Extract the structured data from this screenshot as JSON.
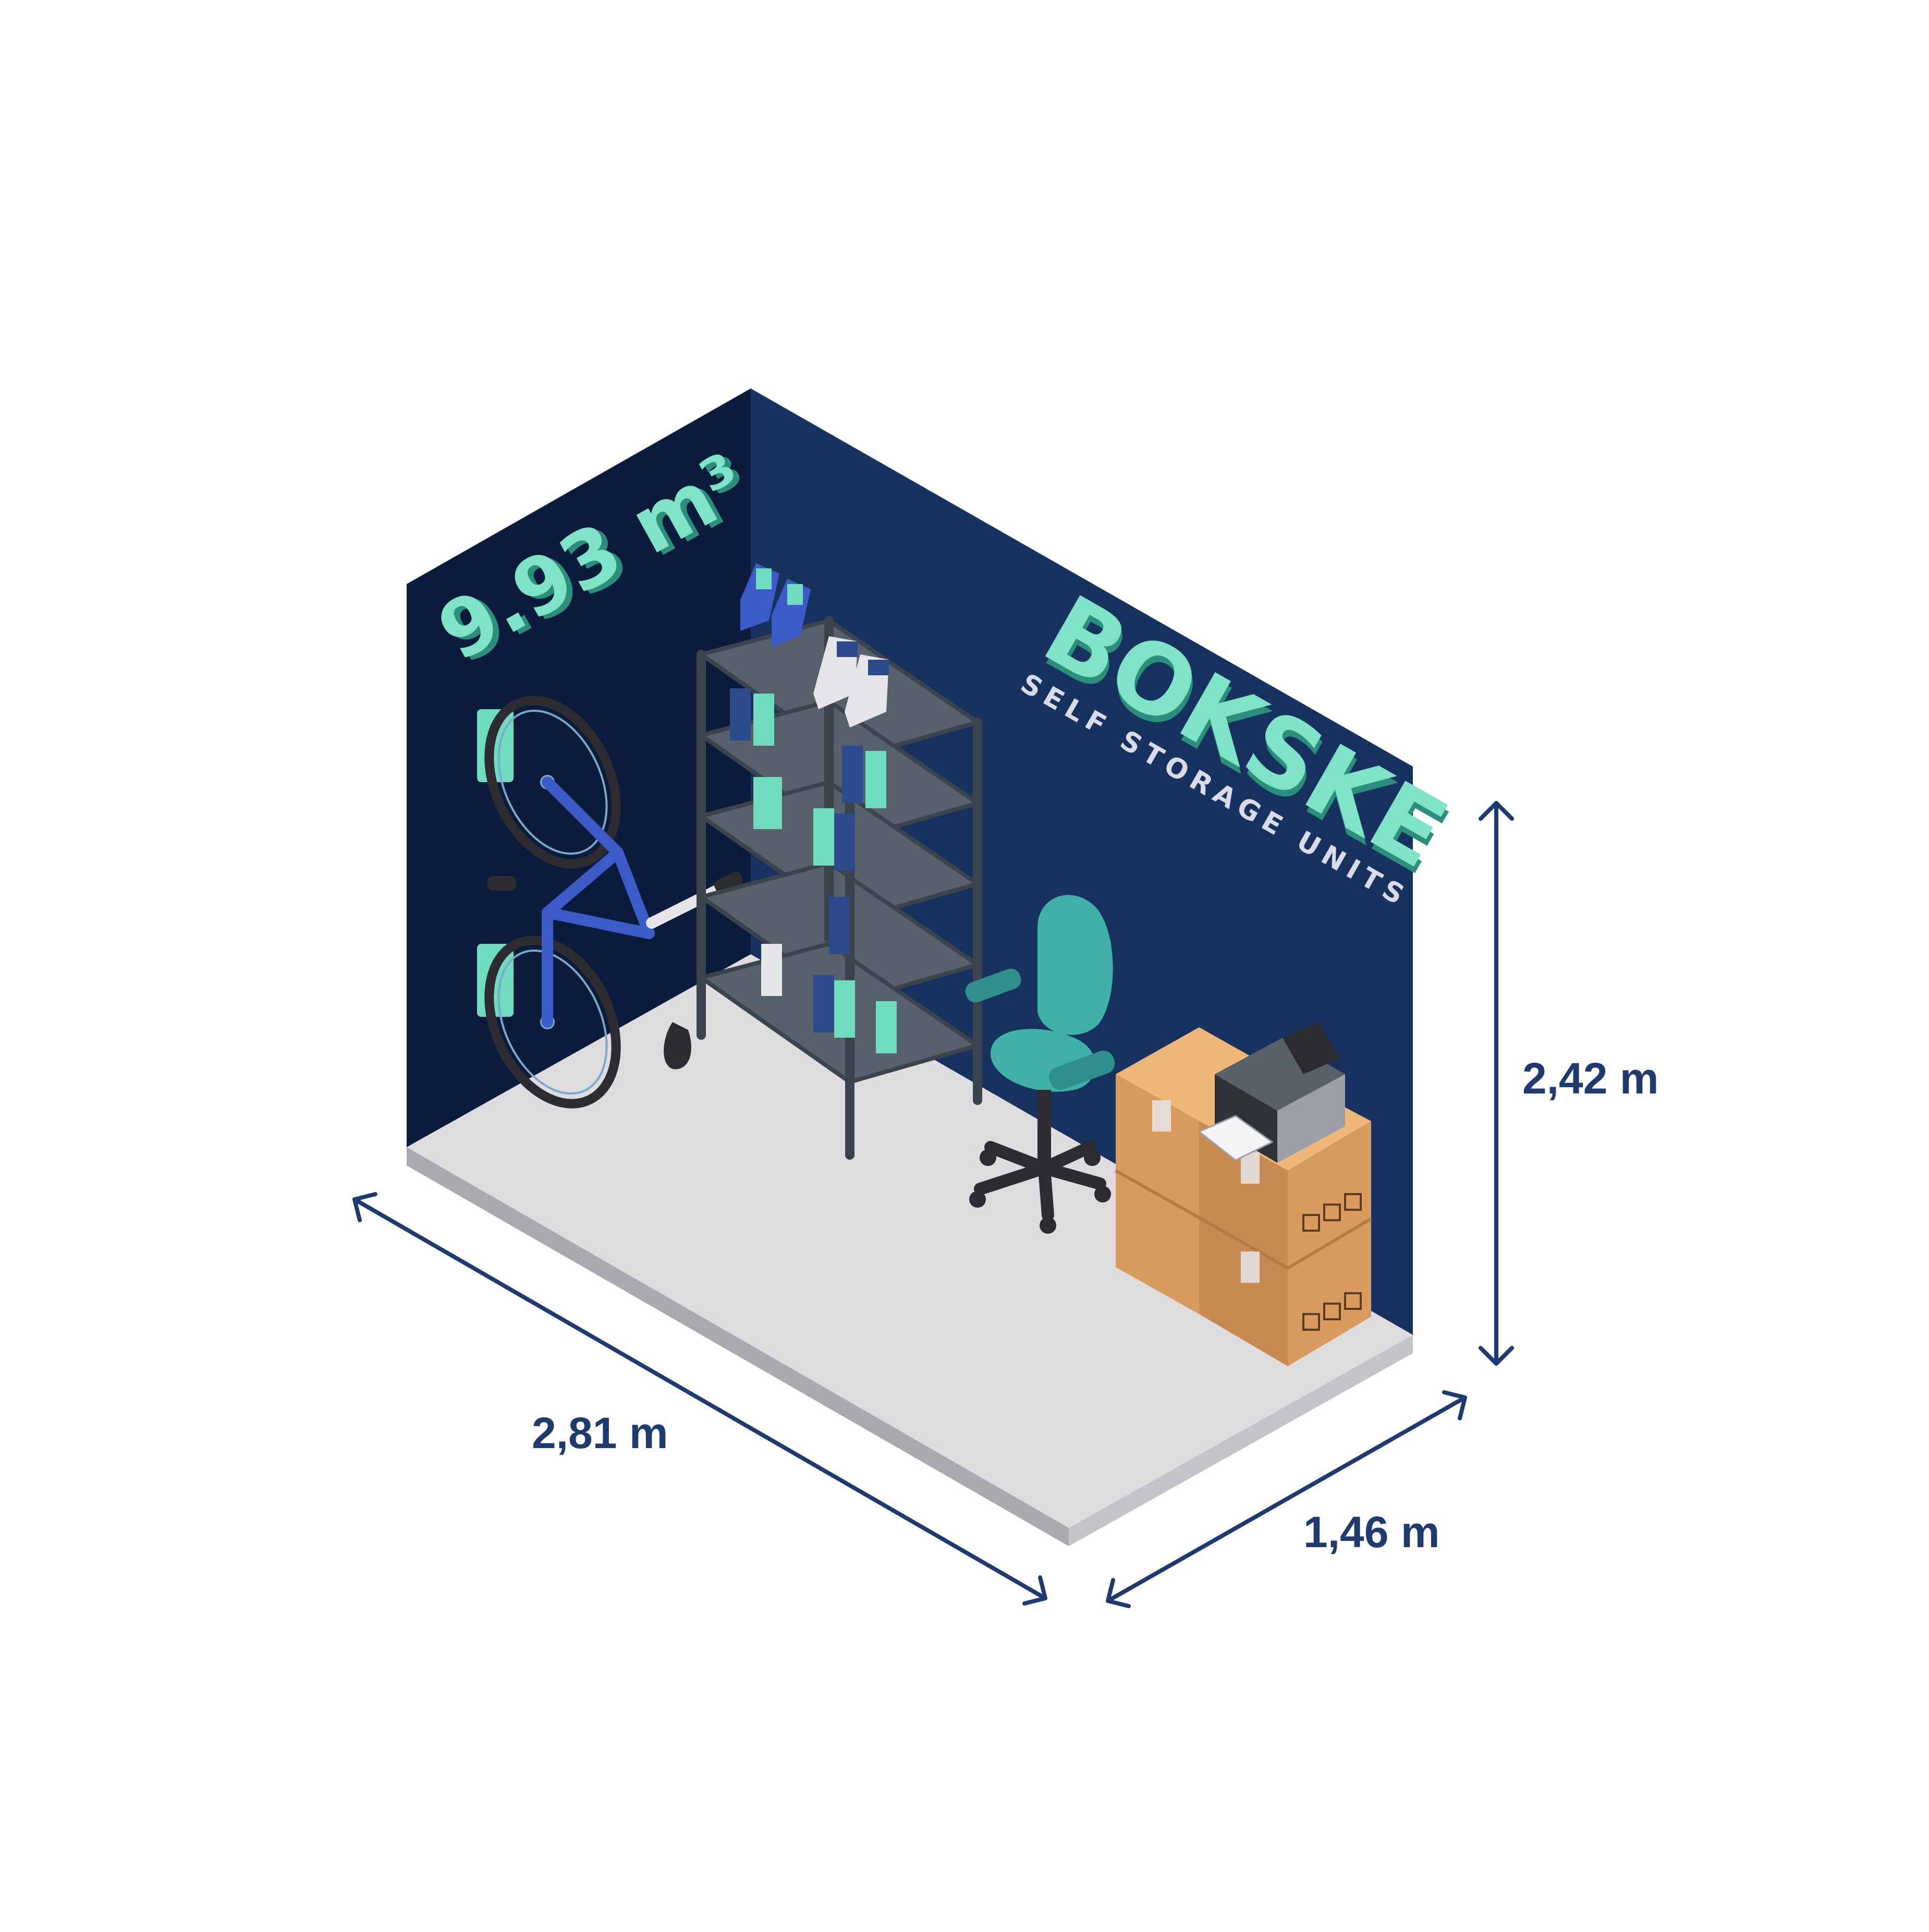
{
  "unit": {
    "volume_label": "9.93 m³",
    "brand_name": "BOKSKE",
    "brand_tagline": "SELF STORAGE UNITS"
  },
  "dimensions": {
    "length": "2,81 m",
    "width": "1,46 m",
    "height": "2,42 m"
  },
  "colors": {
    "back_wall": "#17325f",
    "left_wall": "#0b1b3b",
    "floor": "#dddde0",
    "accent_mint": "#7fe3c7",
    "arrow": "#1e3a6e",
    "box": "#d99a5e",
    "chair": "#3fb1a9",
    "bike": "#3c5bc8",
    "shelf": "#4b5660"
  }
}
